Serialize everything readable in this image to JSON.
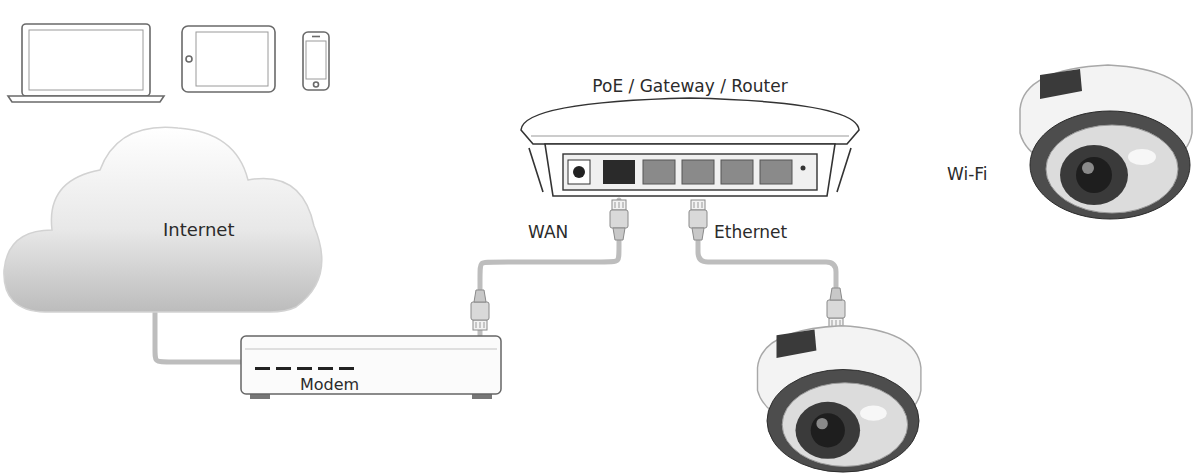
{
  "diagram": {
    "nodes": [
      {
        "text": [
          "Internet"
        ]
      },
      {
        "text": [
          "Modem"
        ]
      },
      {
        "text": [
          "PoE / Gateway / Router"
        ]
      },
      {
        "text": [
          "Wi-Fi"
        ]
      }
    ],
    "edges": [
      {
        "from": 0,
        "to": 1,
        "arrow": "none"
      },
      {
        "from": 1,
        "to": 2,
        "label": "WAN",
        "arrow": "none"
      }
    ],
    "labels": [
      "Ethernet"
    ]
  }
}
